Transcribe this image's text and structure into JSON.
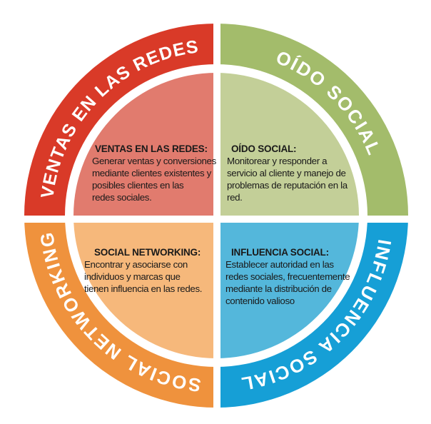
{
  "diagram": {
    "type": "quadrant-wheel",
    "background": "#ffffff",
    "ring_label_color": "#ffffff",
    "text_color": "#1a1a1a",
    "divider_color": "#ffffff",
    "quadrants": [
      {
        "position": "top-left",
        "ring_label": "VENTAS EN LAS REDES",
        "ring_color": "#d93a28",
        "inner_color": "#e17b6e",
        "heading": "VENTAS EN LAS REDES:",
        "body_lines": [
          "Generar ventas y conversiones",
          "mediante clientes existentes y",
          "posibles clientes en las",
          "redes sociales."
        ]
      },
      {
        "position": "top-right",
        "ring_label": "OÍDO SOCIAL",
        "ring_color": "#a3bc6b",
        "inner_color": "#c3cf98",
        "heading": "OÍDO SOCIAL:",
        "body_lines": [
          "Monitorear y responder a",
          "servicio al cliente y manejo de",
          "problemas de reputación en la",
          "red."
        ]
      },
      {
        "position": "bottom-left",
        "ring_label": "SOCIAL NETWORKING",
        "ring_color": "#ef923d",
        "inner_color": "#f6b87b",
        "heading": "SOCIAL NETWORKING:",
        "body_lines": [
          "Encontrar y asociarse con",
          "individuos y marcas que",
          "tienen influencia en las redes."
        ]
      },
      {
        "position": "bottom-right",
        "ring_label": "INFLUENCIA SOCIAL",
        "ring_color": "#169fd6",
        "inner_color": "#54b7db",
        "heading": "INFLUENCIA SOCIAL:",
        "body_lines": [
          "Establecer autoridad en las",
          "redes sociales, frecuentemente",
          "mediante la distribución de",
          "contenido valioso"
        ]
      }
    ]
  }
}
